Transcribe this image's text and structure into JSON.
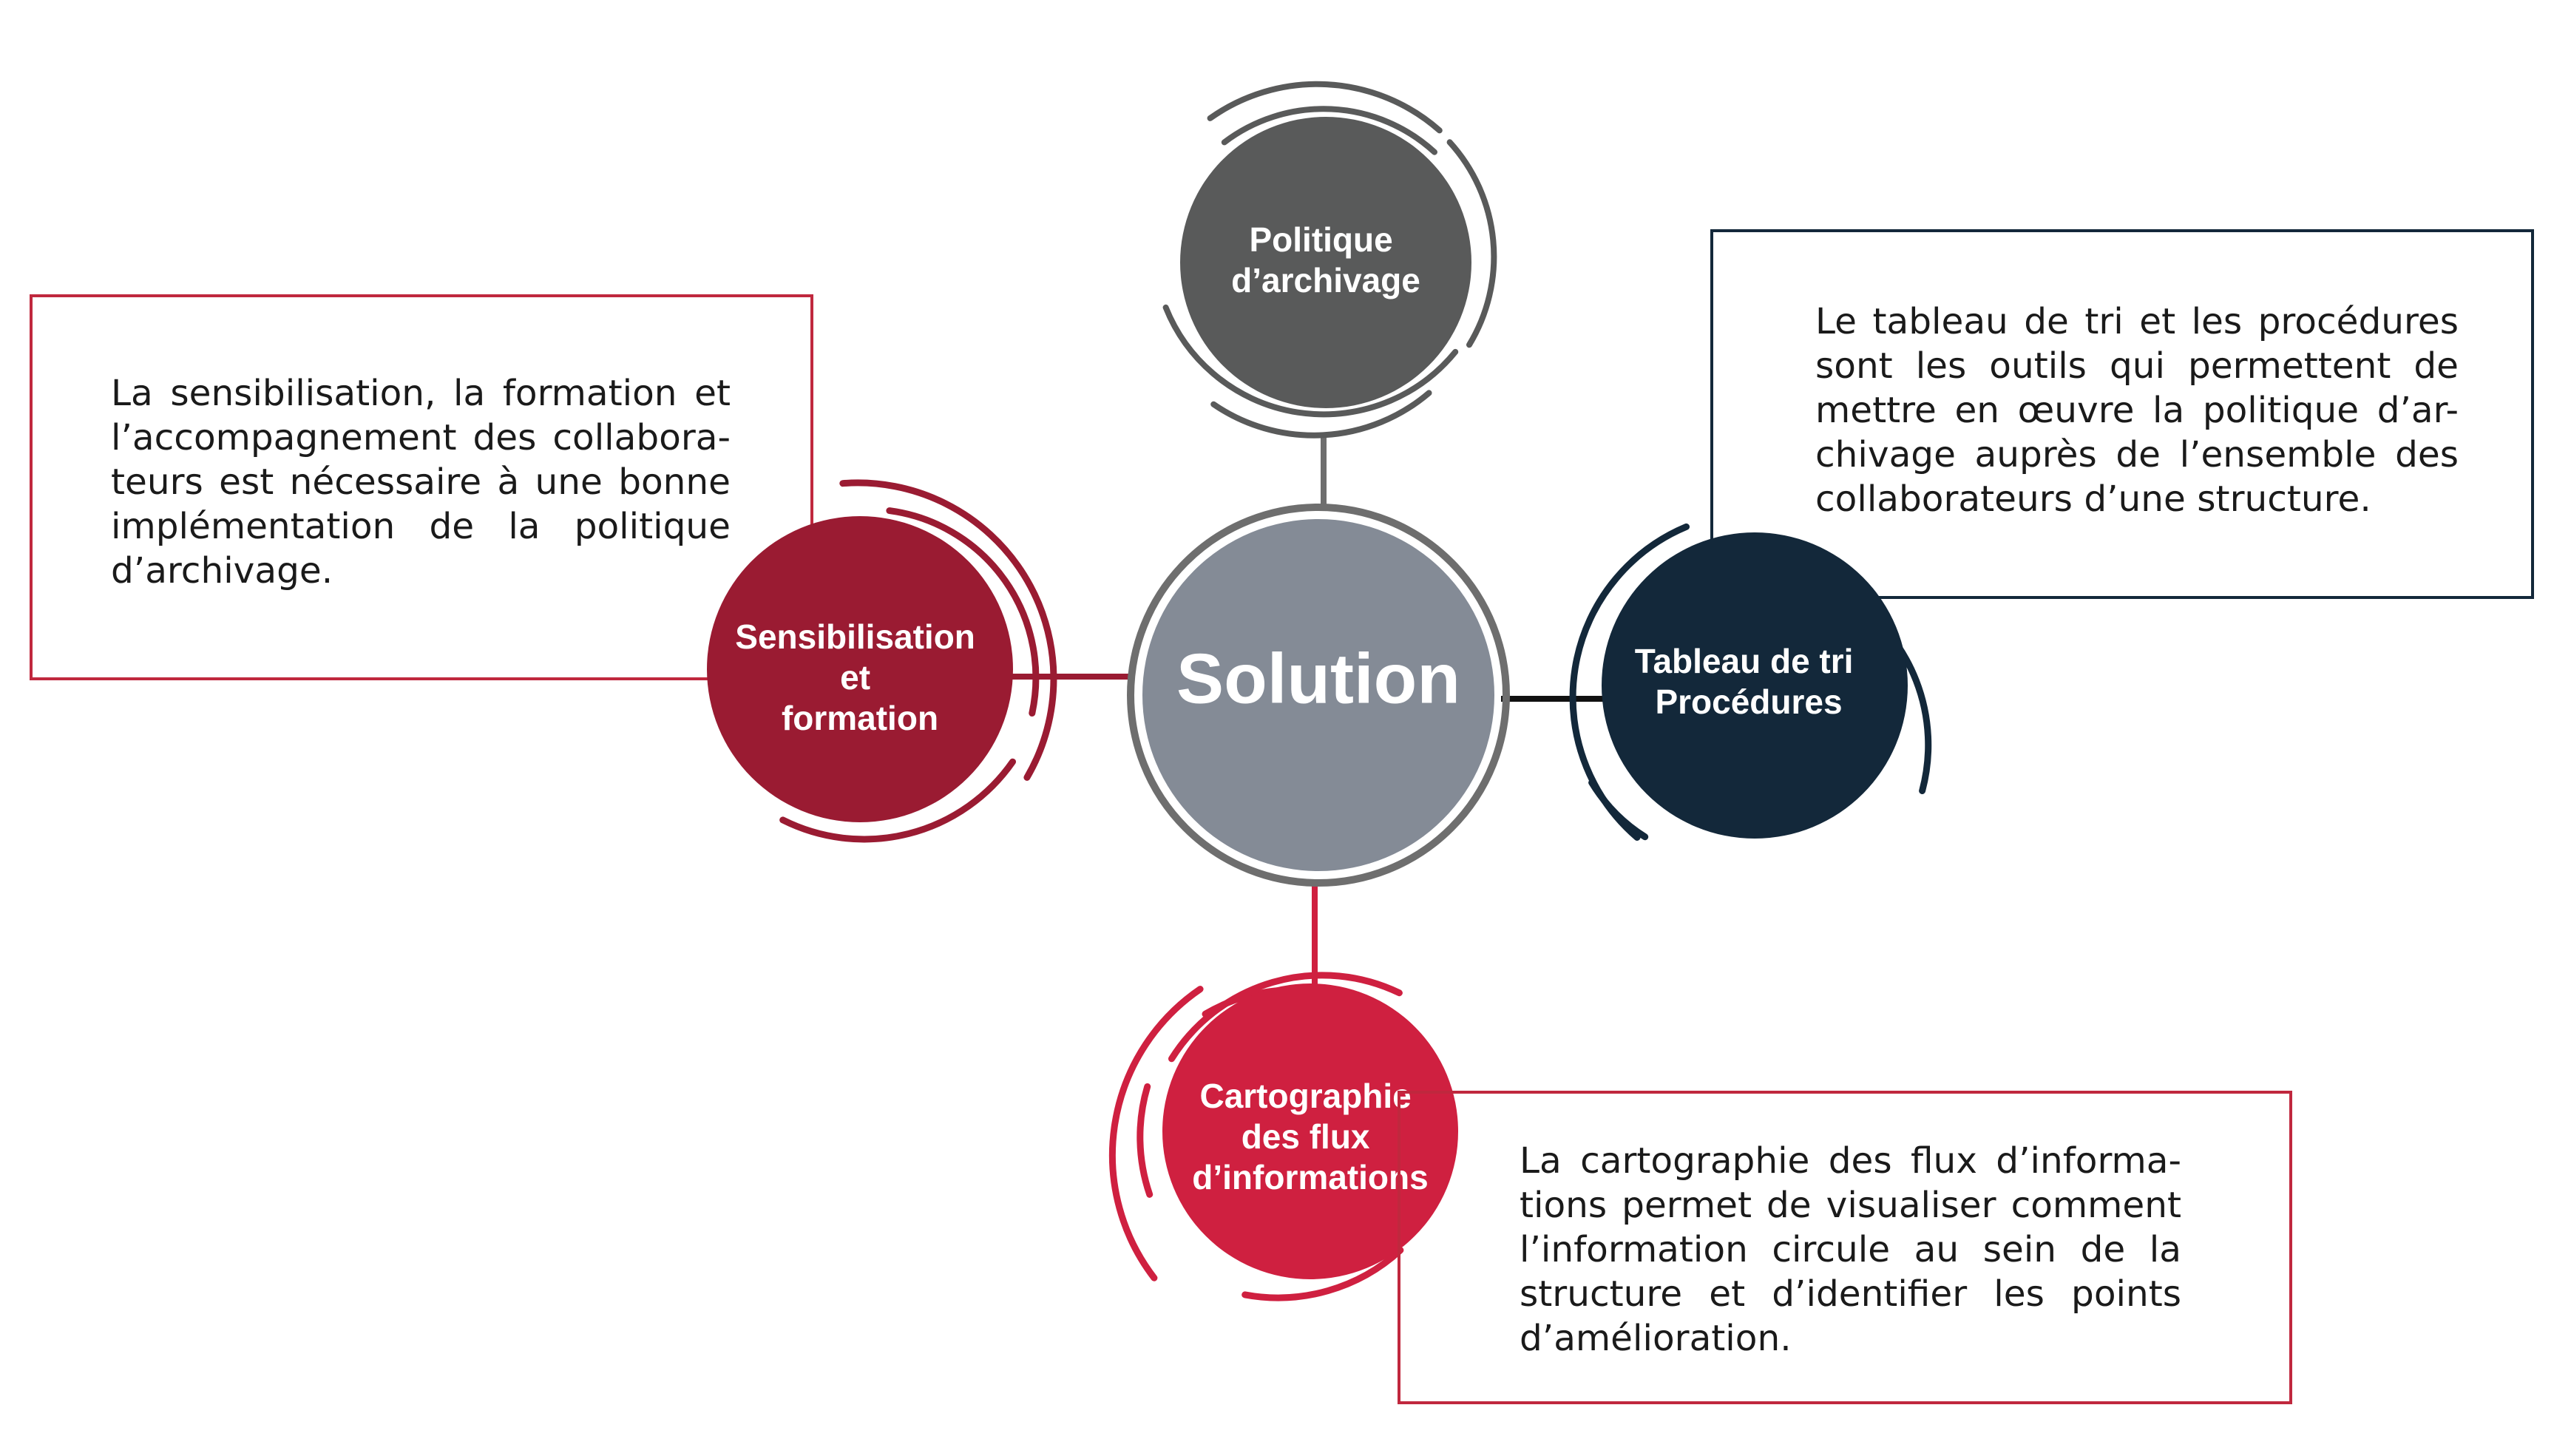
{
  "colors": {
    "center": "#848b96",
    "center_ring": "#6e6e6e",
    "politique": "#595a5a",
    "politique_ring": "#595a5a",
    "sensibilisation": "#9a1b32",
    "sensibilisation_ring": "#9a1b32",
    "tableau": "#13283a",
    "tableau_ring": "#13283a",
    "cartographie": "#cf2040",
    "cartographie_ring": "#cf2040",
    "box_left_border": "#c0283e",
    "box_right_border": "#13283a",
    "box_bottom_border": "#c0283e"
  },
  "center": {
    "label": "Solution"
  },
  "nodes": {
    "politique": {
      "lines": [
        "Politique",
        "d’archivage"
      ]
    },
    "sensibilisation": {
      "lines": [
        "Sensibilisation",
        "et",
        "formation"
      ]
    },
    "tableau": {
      "lines": [
        "Tableau de tri",
        "Procédures"
      ]
    },
    "cartographie": {
      "lines": [
        "Cartographie",
        "des flux",
        "d’informations"
      ]
    }
  },
  "boxes": {
    "left": {
      "lines": [
        "La sensibilisation, la formation et",
        "l’accompagnement des collabora-",
        "teurs est nécessaire à une bonne",
        "implémentation de la politique",
        "d’archivage."
      ]
    },
    "right": {
      "lines": [
        "Le tableau de tri et les procédures",
        "sont les outils qui permettent de",
        "mettre en œuvre la politique d’ar-",
        "chivage auprès de l’ensemble des",
        "collaborateurs d’une structure."
      ]
    },
    "bottom": {
      "lines": [
        "La cartographie des flux d’informa-",
        "tions permet de visualiser comment",
        "l’information circule au sein de la",
        "structure et d’identifier les points",
        "d’amélioration."
      ]
    }
  }
}
